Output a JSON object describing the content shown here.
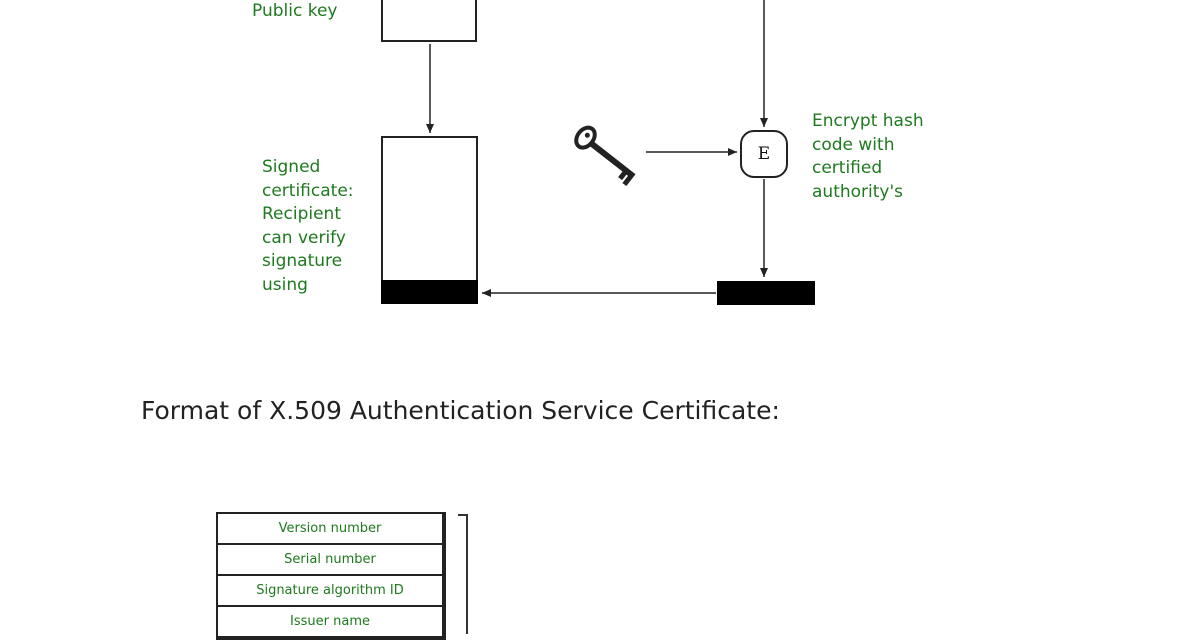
{
  "diagram": {
    "label_public_key": "Public key",
    "label_encrypt": [
      "Encrypt hash",
      "code with",
      "certified",
      "authority's"
    ],
    "label_signed": [
      "Signed",
      "certificate:",
      "Recipient",
      "can verify",
      "signature",
      "using"
    ],
    "encrypt_symbol": "E",
    "key_icon": "key-icon"
  },
  "section": {
    "heading": "Format of X.509 Authentication Service Certificate:"
  },
  "certificate_fields": [
    "Version number",
    "Serial number",
    "Signature algorithm ID",
    "Issuer name"
  ]
}
